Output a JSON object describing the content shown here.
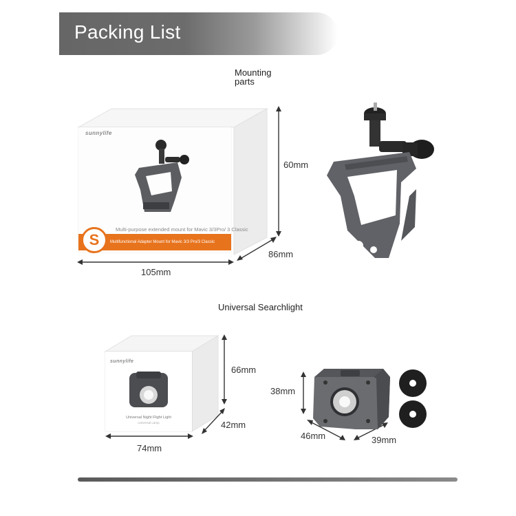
{
  "header": {
    "title": "Packing List"
  },
  "sections": {
    "mount": {
      "title_line1": "Mounting",
      "title_line2": "parts",
      "box": {
        "brand": "sunnylife",
        "caption_top": "Multi-purpose extended mount for Mavic 3/3Pro/ 3 Classic",
        "caption_bottom": "Multifunctional Adapter Mount for Mavic 3/3 Pro/3 Classic",
        "badge_letter": "S"
      },
      "dims": {
        "height": "60mm",
        "depth": "86mm",
        "width": "105mm"
      }
    },
    "light": {
      "title": "Universal Searchlight",
      "box": {
        "brand": "sunnylife",
        "caption_line1": "Universal Night Flight Light",
        "caption_line2": "Universal Lamp"
      },
      "box_dims": {
        "height": "66mm",
        "depth": "42mm",
        "width": "74mm"
      },
      "product_dims": {
        "height": "38mm",
        "width": "46mm",
        "depth": "39mm"
      }
    }
  },
  "colors": {
    "accent": "#e8731d",
    "metal": "#5d5f63",
    "banner": "#6a6a6a"
  }
}
